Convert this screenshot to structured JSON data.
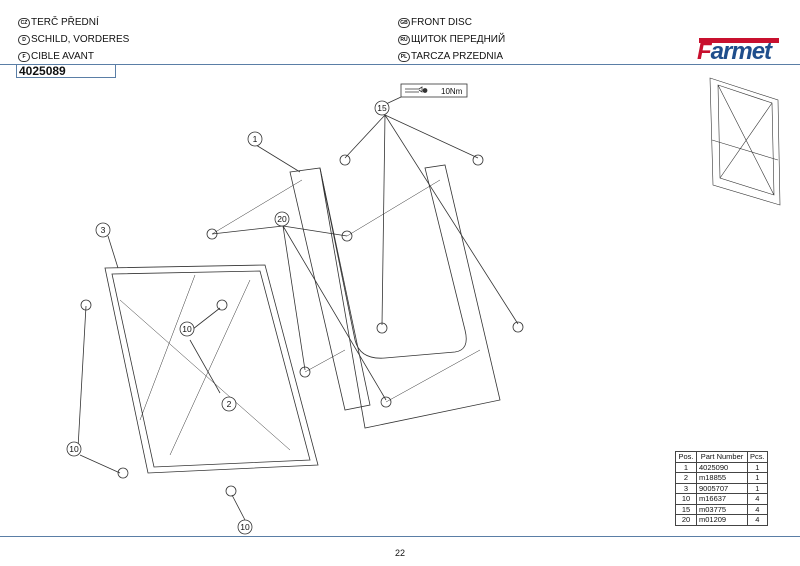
{
  "header": {
    "titles": [
      {
        "lang": "CZ",
        "text": "TERČ PŘEDNÍ"
      },
      {
        "lang": "D",
        "text": "SCHILD, VORDERES"
      },
      {
        "lang": "F",
        "text": "CIBLE AVANT"
      },
      {
        "lang": "GB",
        "text": "FRONT DISC"
      },
      {
        "lang": "RU",
        "text": "ЩИТОК ПЕРЕДНИЙ"
      },
      {
        "lang": "PL",
        "text": "TARCZA PRZEDNIA"
      }
    ],
    "part_number": "4025089",
    "logo": "Farmet"
  },
  "drawing": {
    "torque": "10Nm",
    "callouts": [
      "1",
      "2",
      "3",
      "10",
      "10",
      "10",
      "15",
      "20"
    ]
  },
  "parts_table": {
    "headers": [
      "Pos.",
      "Part Number",
      "Pcs."
    ],
    "rows": [
      [
        "1",
        "4025090",
        "1"
      ],
      [
        "2",
        "m18855",
        "1"
      ],
      [
        "3",
        "9005707",
        "1"
      ],
      [
        "10",
        "m16637",
        "4"
      ],
      [
        "15",
        "m03775",
        "4"
      ],
      [
        "20",
        "m01209",
        "4"
      ]
    ]
  },
  "footer": {
    "page": "22"
  },
  "colors": {
    "rule": "#5a7ea6",
    "logo_red": "#c8102e",
    "logo_blue": "#1f4e8c"
  }
}
